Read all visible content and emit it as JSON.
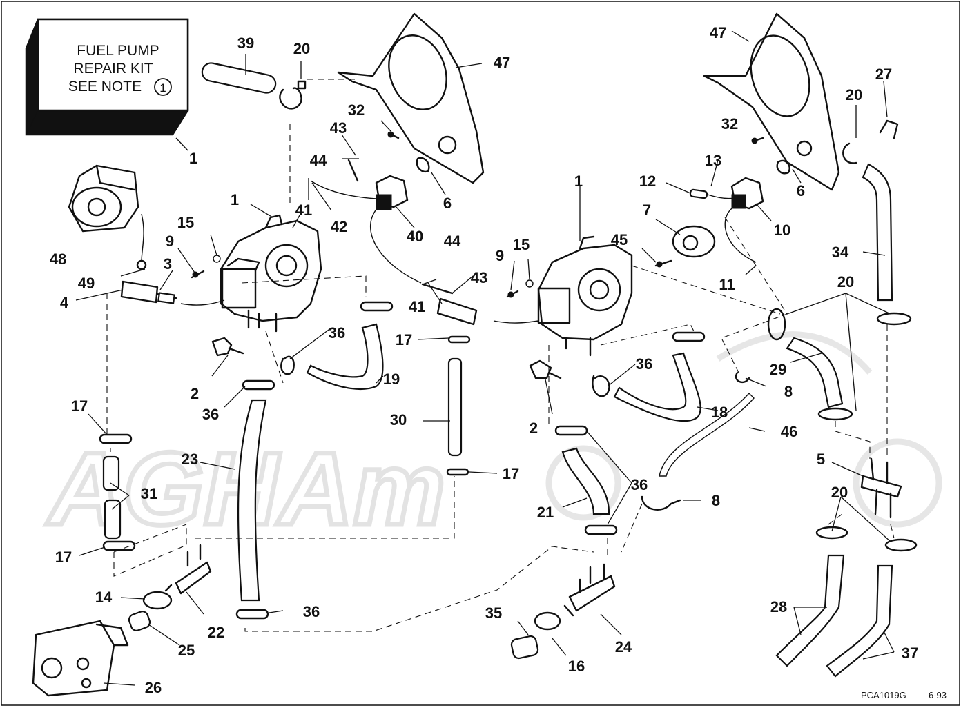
{
  "kit_box": {
    "line1": "FUEL PUMP",
    "line2": "REPAIR KIT",
    "line3": "SEE NOTE",
    "note_number": "1"
  },
  "watermark": "AGHAm",
  "footer": {
    "code": "PCA1019G",
    "date": "6-93"
  },
  "callouts": {
    "c1a": "1",
    "c1b": "1",
    "c1c": "1",
    "c2a": "2",
    "c2b": "2",
    "c3": "3",
    "c4": "4",
    "c5": "5",
    "c6a": "6",
    "c6b": "6",
    "c7": "7",
    "c8a": "8",
    "c8b": "8",
    "c9a": "9",
    "c9b": "9",
    "c10": "10",
    "c11": "11",
    "c12": "12",
    "c13": "13",
    "c14": "14",
    "c15a": "15",
    "c15b": "15",
    "c16": "16",
    "c17a": "17",
    "c17b": "17",
    "c17c": "17",
    "c17d": "17",
    "c18": "18",
    "c19": "19",
    "c20a": "20",
    "c20b": "20",
    "c20c": "20",
    "c20d": "20",
    "c21": "21",
    "c22": "22",
    "c23": "23",
    "c24": "24",
    "c25": "25",
    "c26": "26",
    "c27": "27",
    "c28": "28",
    "c29": "29",
    "c30": "30",
    "c31": "31",
    "c32a": "32",
    "c32b": "32",
    "c34": "34",
    "c35": "35",
    "c36a": "36",
    "c36b": "36",
    "c36c": "36",
    "c36d": "36",
    "c36e": "36",
    "c37": "37",
    "c39": "39",
    "c40": "40",
    "c41a": "41",
    "c41b": "41",
    "c42": "42",
    "c43a": "43",
    "c43b": "43",
    "c44a": "44",
    "c44b": "44",
    "c45": "45",
    "c46": "46",
    "c47a": "47",
    "c47b": "47",
    "c48": "48",
    "c49": "49"
  }
}
